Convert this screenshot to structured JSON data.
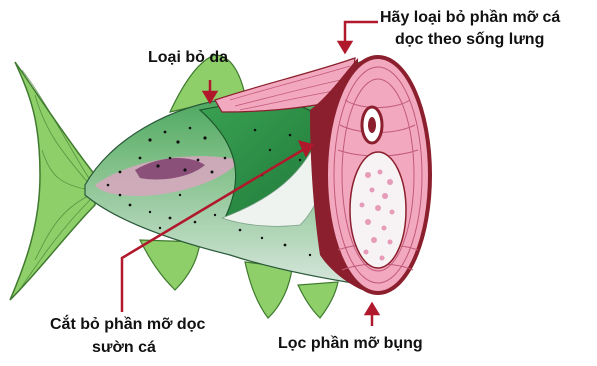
{
  "labels": {
    "remove_skin": "Loại bỏ da",
    "back_fat_line1": "Hãy loại bỏ phần mỡ cá",
    "back_fat_line2": "dọc theo sống lưng",
    "rib_fat_line1": "Cắt bỏ phần mỡ dọc",
    "rib_fat_line2": "sườn cá",
    "belly_fat": "Lọc phần mỡ bụng"
  },
  "colors": {
    "arrow": "#b0182b",
    "fin": "#8fcf6a",
    "fin_line": "#3f7a2e",
    "skin_dark": "#2f9a4a",
    "skin_light": "#c9dfd2",
    "flesh_pink": "#f2a9bf",
    "flesh_dark": "#8b1f2d",
    "belly_white": "#f7f3f5"
  },
  "icons": [
    "arrow-icon"
  ]
}
